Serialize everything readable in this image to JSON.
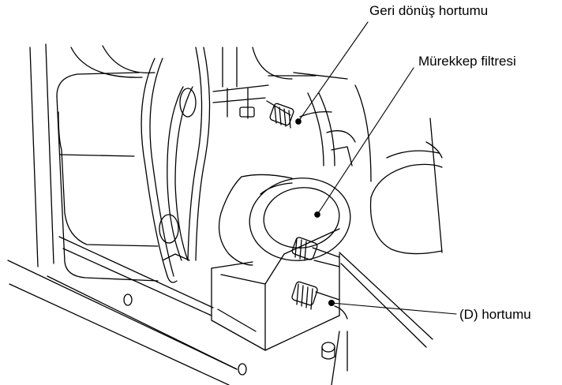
{
  "labels": {
    "return_hose": "Geri dönüş hortumu",
    "ink_filter": "Mürekkep filtresi",
    "d_hose": "(D) hortumu"
  },
  "colors": {
    "line": "#000000",
    "background": "#ffffff"
  },
  "icons": {
    "callout_marker": "filled-dot"
  }
}
